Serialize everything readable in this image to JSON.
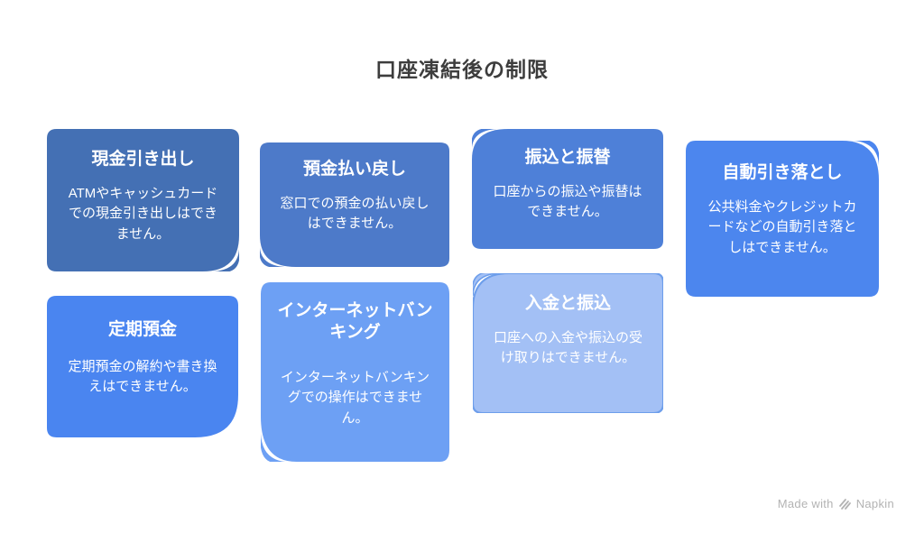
{
  "title": "口座凍結後の制限",
  "cards": [
    {
      "title": "現金引き出し",
      "body": "ATMやキャッシュカードでの現金引き出しはできません。",
      "color": "#4470b4",
      "fold": "bottom-right"
    },
    {
      "title": "預金払い戻し",
      "body": "窓口での預金の払い戻しはできません。",
      "color": "#4d7ac9",
      "fold": "bottom-left"
    },
    {
      "title": "振込と振替",
      "body": "口座からの振込や振替はできません。",
      "color": "#4e80d8",
      "fold": "top-left"
    },
    {
      "title": "自動引き落とし",
      "body": "公共料金やクレジットカードなどの自動引き落としはできません。",
      "color": "#4c86ee",
      "fold": "top-right"
    },
    {
      "title": "定期預金",
      "body": "定期預金の解約や書き換えはできません。",
      "color": "#4a85f0",
      "fold": "rounded-bottom-right"
    },
    {
      "title": "インターネットバンキング",
      "body": "インターネットバンキングでの操作はできません。",
      "color": "#6da0f4",
      "fold": "bottom-left"
    },
    {
      "title": "入金と振込",
      "body": "口座への入金や振込の受け取りはできません。",
      "color": "#a3c0f5",
      "border_color": "#6d9eeb",
      "fold": "top-left"
    }
  ],
  "watermark": {
    "prefix": "Made with",
    "brand": "Napkin"
  }
}
